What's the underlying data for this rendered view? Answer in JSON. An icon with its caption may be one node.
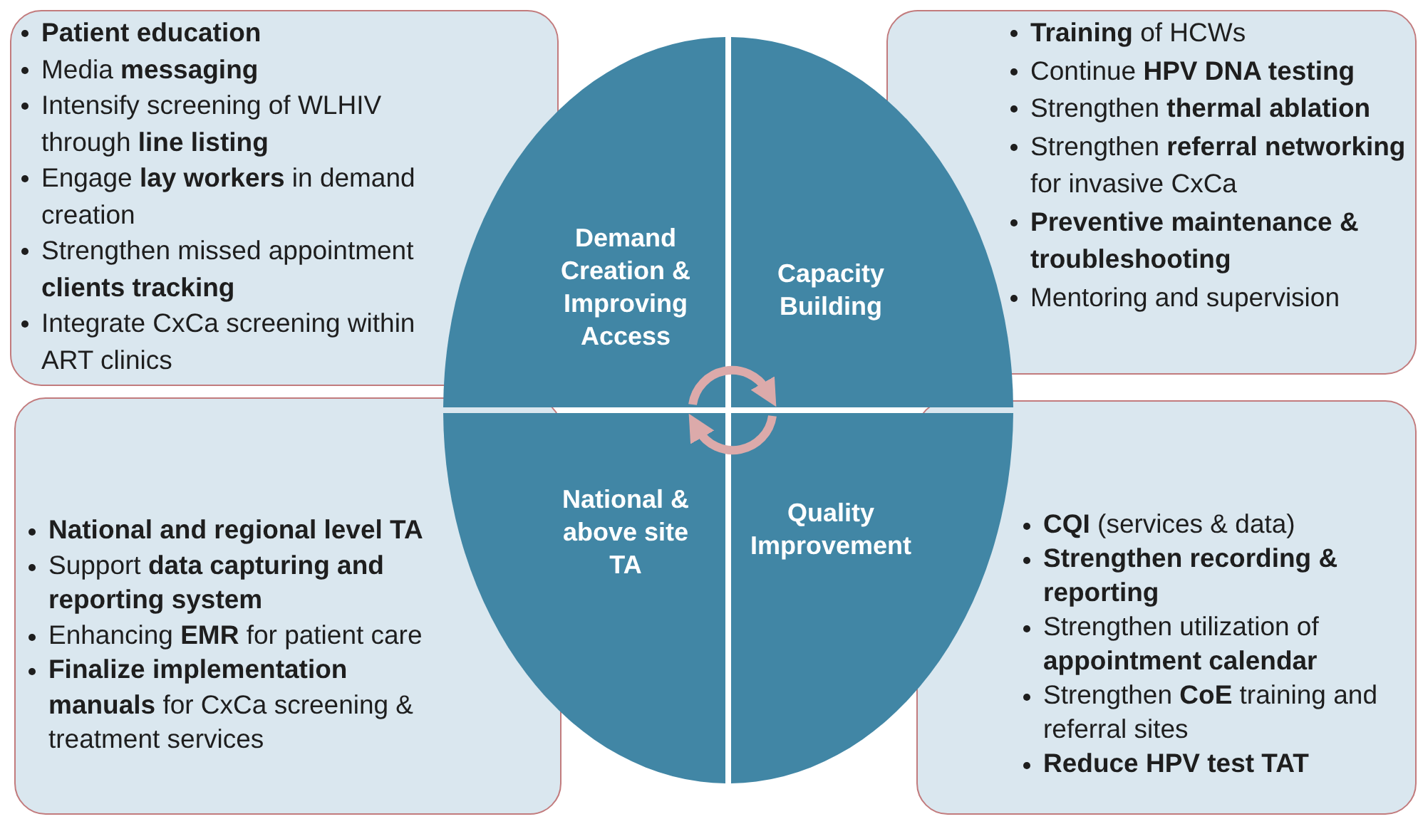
{
  "diagram": {
    "nodes": [
      {
        "text": [
          "Patient education",
          "Media **messaging**",
          "Intensify screening of WLHIV through **line listing**",
          "Engage **lay workers** in demand creation",
          "Strengthen missed appointment **clients tracking**",
          "Integrate CxCa screening within ART clinics"
        ]
      },
      {
        "text": [
          "Demand Creation & Improving Access"
        ]
      },
      {
        "text": [
          "Capacity Building"
        ]
      },
      {
        "text": [
          "**Training** of HCWs",
          "Continue **HPV DNA testing**",
          "Strengthen **thermal ablation**",
          "Strengthen **referral networking** for invasive CxCa",
          "Preventive maintenance & troubleshooting",
          "Mentoring and supervision"
        ]
      },
      {
        "text": [
          "National and regional level TA",
          "Support **data capturing and reporting system**",
          "Enhancing **EMR** for patient care",
          "**Finalize implementation manuals** for CxCa screening & treatment services"
        ]
      },
      {
        "text": [
          "National & above site TA"
        ]
      },
      {
        "text": [
          "Quality Improvement"
        ]
      },
      {
        "text": [
          "**CQI** (services & data)",
          "Strengthen recording & reporting",
          "Strengthen utilization of **appointment calendar**",
          "Strengthen **CoE** training and referral sites",
          "Reduce HPV test TAT"
        ]
      }
    ]
  }
}
